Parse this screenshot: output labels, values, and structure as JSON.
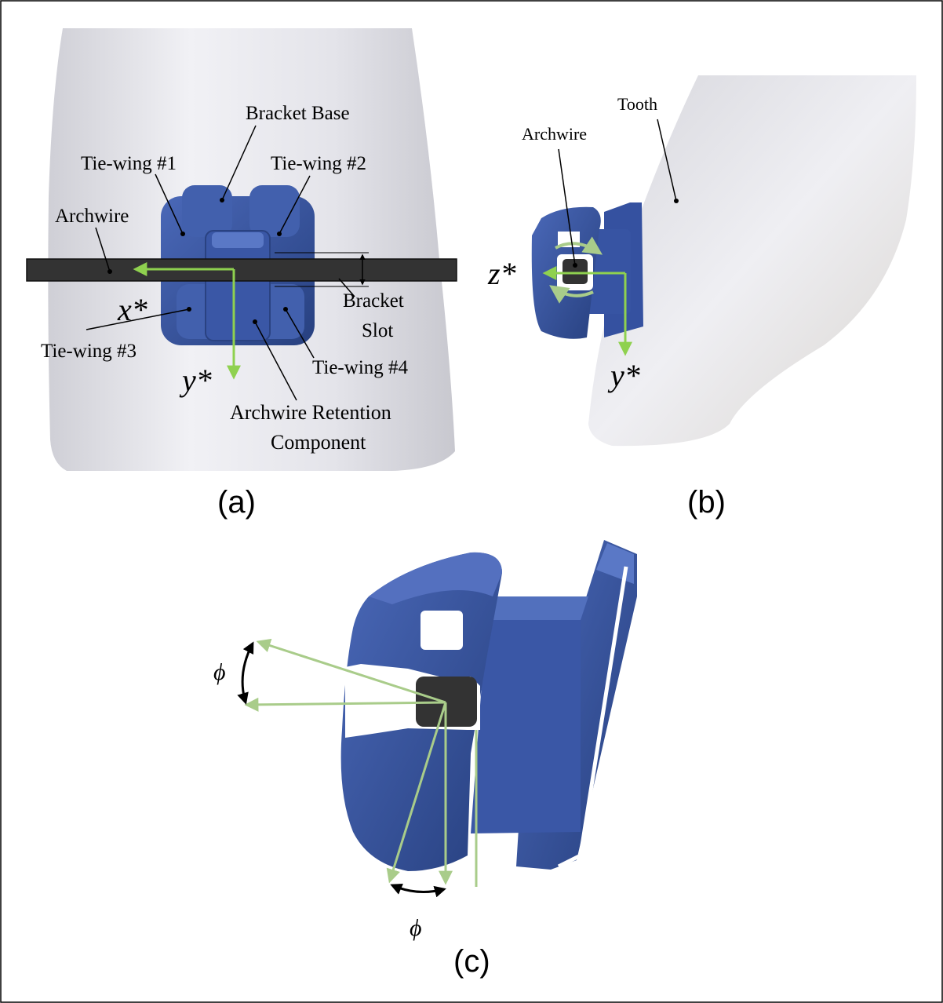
{
  "panel_a": {
    "caption": "(a)",
    "labels": {
      "bracket_base": "Bracket Base",
      "tie_wing_1": "Tie-wing #1",
      "tie_wing_2": "Tie-wing #2",
      "archwire": "Archwire",
      "bracket_slot_1": "Bracket",
      "bracket_slot_2": "Slot",
      "tie_wing_3": "Tie-wing #3",
      "tie_wing_4": "Tie-wing #4",
      "retention_1": "Archwire Retention",
      "retention_2": "Component",
      "axis_x": "x*",
      "axis_y": "y*"
    }
  },
  "panel_b": {
    "caption": "(b)",
    "labels": {
      "tooth": "Tooth",
      "archwire": "Archwire",
      "axis_z": "z*",
      "axis_y": "y*"
    }
  },
  "panel_c": {
    "caption": "(c)",
    "labels": {
      "phi_top": "ϕ",
      "phi_bottom": "ϕ"
    }
  },
  "colors": {
    "bracket_blue": "#34509a",
    "axis_green": "#8fd14f",
    "angle_green": "#a9cc8a",
    "tooth_white": "#e6e6ea",
    "wire_dark": "#333333"
  }
}
